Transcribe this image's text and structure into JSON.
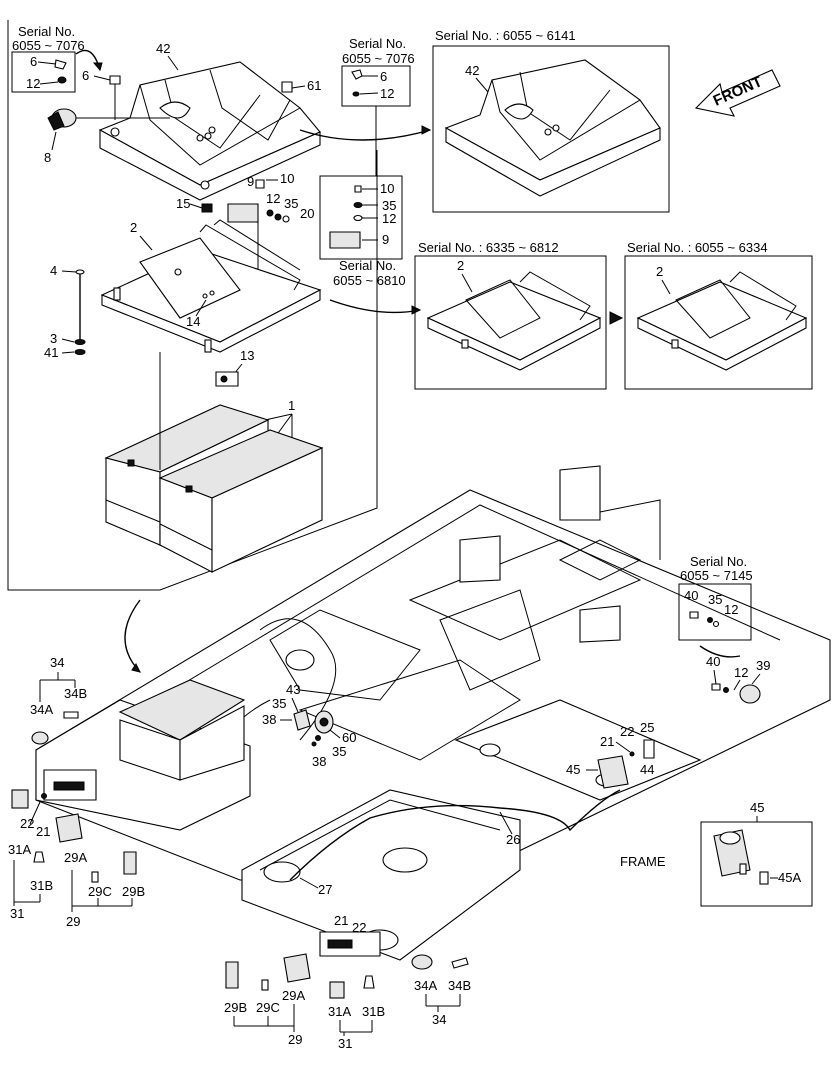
{
  "labels": {
    "p42_main": "42",
    "p6a": "6",
    "p61": "61",
    "p8": "8",
    "p9a": "9",
    "p10a": "10",
    "p12a": "12",
    "p35a": "35",
    "p20": "20",
    "p15": "15",
    "p2_main": "2",
    "p4": "4",
    "p14": "14",
    "p3": "3",
    "p41": "41",
    "p13": "13",
    "p1": "1",
    "p34_left": "34",
    "p34B_left": "34B",
    "p34A_left": "34A",
    "p22_left": "22",
    "p21_left": "21",
    "p31A_left": "31A",
    "p31B_left": "31B",
    "p31_left": "31",
    "p29A_left": "29A",
    "p29C_left": "29C",
    "p29B_left": "29B",
    "p29_left": "29",
    "p43": "43",
    "p35b": "35",
    "p38a": "38",
    "p60": "60",
    "p35c": "35",
    "p38b": "38",
    "p26": "26",
    "p27": "27",
    "p21_bottom": "21",
    "p22_bottom": "22",
    "p29B_bottom": "29B",
    "p29C_bottom": "29C",
    "p29A_bottom": "29A",
    "p29_bottom": "29",
    "p31A_bottom": "31A",
    "p31B_bottom": "31B",
    "p31_bottom": "31",
    "p34A_bottom": "34A",
    "p34B_bottom": "34B",
    "p34_bottom": "34",
    "p22_right": "22",
    "p25": "25",
    "p21_right": "21",
    "p44": "44",
    "p45_main": "45",
    "p40": "40",
    "p12_right": "12",
    "p39": "39",
    "p45_box": "45",
    "p45A": "45A"
  },
  "insets": {
    "tl": {
      "title": "Serial No.\n6055 ~ 7076",
      "l1": "Serial No.",
      "l2": "6055 ~ 7076",
      "a": "6",
      "b": "12"
    },
    "tm": {
      "l1": "Serial No.",
      "l2": "6055 ~ 7076",
      "a": "6",
      "b": "12"
    },
    "tr": {
      "title": "Serial No. : 6055 ~ 6141",
      "part": "42"
    },
    "solenoid": {
      "a": "10",
      "b": "35",
      "c": "12",
      "d": "9",
      "l1": "Serial No.",
      "l2": "6055 ~ 6810"
    },
    "mid1": {
      "title": "Serial No. : 6335 ~ 6812",
      "part": "2"
    },
    "mid2": {
      "title": "Serial No. : 6055 ~ 6334",
      "part": "2"
    },
    "right": {
      "l1": "Serial No.",
      "l2": "6055 ~ 7145",
      "a": "40",
      "b": "35",
      "c": "12"
    }
  },
  "front_label": "FRONT",
  "frame_label": "FRAME"
}
